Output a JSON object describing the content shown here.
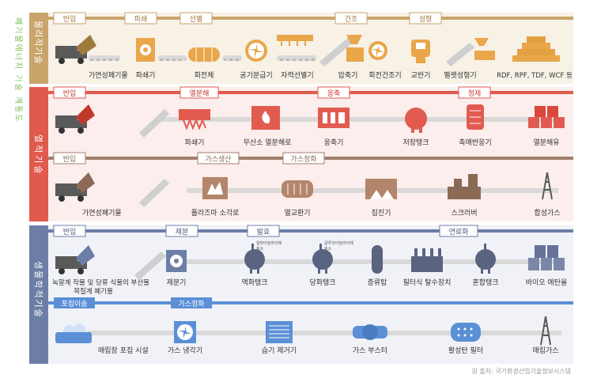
{
  "side_title": "폐기물에너지 기술 계통도",
  "colors": {
    "physical": "#c9a46a",
    "physical_dark": "#a07a3c",
    "thermal": "#e05a4e",
    "thermal_dark": "#c0392b",
    "biological": "#6d7ea6",
    "bio_line": "#5b8fd6",
    "conveyor": "#d9d9d9",
    "machine": "#6b6b6b",
    "truck": "#5a5a5a",
    "product_orange": "#e9a64a",
    "product_red": "#e25b51"
  },
  "sections": [
    {
      "label": "물리적기술",
      "steps": [
        "반입",
        "파쇄",
        "선별",
        "건조",
        "성형"
      ],
      "items": [
        "가연성폐기물",
        "파쇄기",
        "회전체",
        "공기분급기",
        "자력선별기",
        "압축기",
        "회전건조기",
        "교반기",
        "펠렛성형기",
        "RDF, RPF, TDF, WCF 등"
      ]
    },
    {
      "label": "열적기술",
      "row1_steps": [
        "반입",
        "열분해",
        "응축",
        "정제"
      ],
      "row1_items": [
        "파쇄기",
        "무산소 열분해로",
        "응축기",
        "저장탱크",
        "촉매반응기",
        "열분해유"
      ],
      "row2_steps": [
        "반입",
        "가스생산",
        "가스정화"
      ],
      "row2_items": [
        "가연성폐기물",
        "플라즈마 소각로",
        "열교환기",
        "집진기",
        "스크러버",
        "합성가스"
      ]
    },
    {
      "label": "생물학적기술",
      "row1_steps": [
        "반입",
        "제분",
        "발효",
        "연료화"
      ],
      "row1_items": [
        "녹말계 작물 및 당류 식물의 부산물",
        "목질계 폐기물",
        "제분기",
        "액화탱크",
        "당화탱크",
        "증류탑",
        "필터식 탈수장치",
        "혼합탱크",
        "바이오 에탄올"
      ],
      "tank_notes": [
        "알파아밀라아제",
        "효소",
        "글루코아밀라아제",
        "효소"
      ],
      "row2_steps": [
        "포집이송",
        "가스정화"
      ],
      "row2_items": [
        "매립장 포집 시설",
        "가스 냉각기",
        "습기 제거기",
        "가스 부스터",
        "활성탄 필터",
        "매립가스"
      ]
    }
  ],
  "source": "원 출처: 국가환경산업기술정보시스템"
}
